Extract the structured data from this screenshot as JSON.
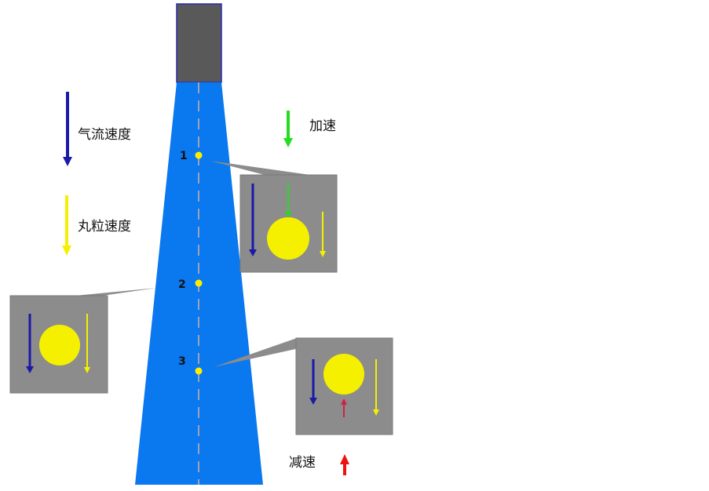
{
  "legend": {
    "airflow_label": "气流速度",
    "pellet_label": "丸粒速度",
    "accelerate_label": "加速",
    "decelerate_label": "减速"
  },
  "points": [
    "1",
    "2",
    "3"
  ],
  "colors": {
    "airflow": "#1a1aa6",
    "pellet": "#f5f000",
    "accelerate": "#22dd22",
    "decelerate": "#ee1111",
    "tube": "#0a78ee",
    "nozzle": "#595959",
    "callout": "#8c8c8c",
    "dot": "#ffee00"
  },
  "icons": [
    "down-arrow-icon",
    "up-arrow-icon"
  ]
}
